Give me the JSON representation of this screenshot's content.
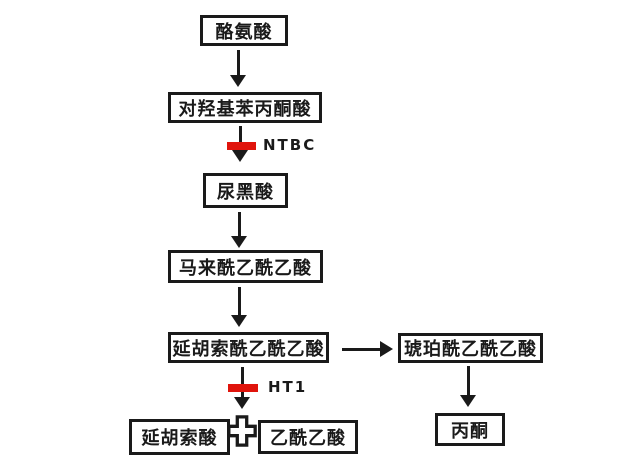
{
  "diagram_title": "tyrosine-metabolic-pathway-flowchart",
  "nodes": {
    "tyrosine": {
      "label": "酪氨酸"
    },
    "hydroxyphenylpyruvate": {
      "label": "对羟基苯丙酮酸"
    },
    "homogentisate": {
      "label": "尿黑酸"
    },
    "maleylacetoacetate": {
      "label": "马来酰乙酰乙酸"
    },
    "fumarylacetoacetate": {
      "label": "延胡索酰乙酰乙酸"
    },
    "succinylacetoacetate": {
      "label": "琥珀酰乙酰乙酸"
    },
    "fumarate": {
      "label": "延胡索酸"
    },
    "acetoacetate": {
      "label": "乙酰乙酸"
    },
    "acetone": {
      "label": "丙酮"
    }
  },
  "inhibitors": {
    "ntbc": {
      "label": "NTBC"
    },
    "ht1": {
      "label": "HT1"
    }
  },
  "operators": {
    "plus": "+"
  },
  "colors": {
    "background": "#ffffff",
    "line_and_text": "#1a1a1a",
    "inhibitor_bar": "#e0140c"
  }
}
